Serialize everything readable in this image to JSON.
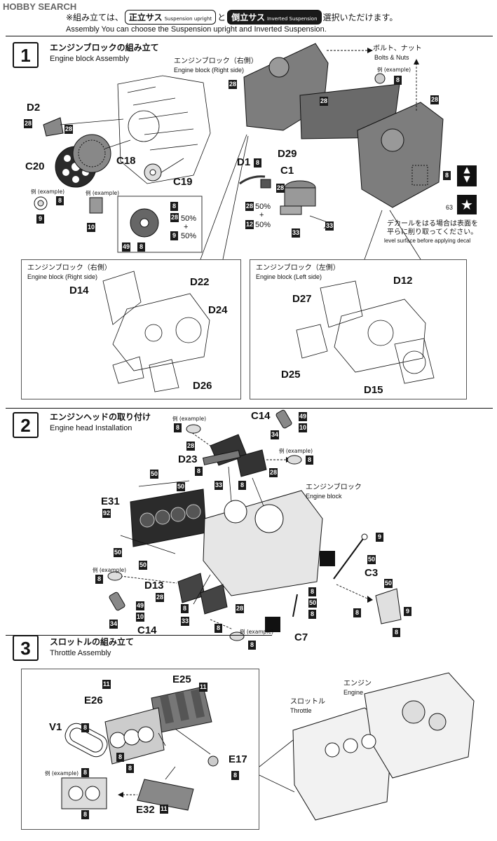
{
  "header": {
    "logo": "HOBBY SEARCH",
    "intro_jp_pre": "※組み立ては、",
    "choice_upright_jp": "正立サス",
    "choice_upright_en": "Suspension upright",
    "conj_jp": "と",
    "choice_inverted_jp": "倒立サス",
    "choice_inverted_en": "Inverted Suspension",
    "intro_jp_post": "選択いただけます。",
    "intro_en": "Assembly You can choose the Suspension upright and Inverted Suspension."
  },
  "step1": {
    "number": "1",
    "title_jp": "エンジンブロックの組み立て",
    "title_en": "Engine block Assembly",
    "right_side_jp": "エンジンブロック（右側）",
    "right_side_en": "Engine block (Right side)",
    "bolts_jp": "ボルト、ナット",
    "bolts_en": "Bolts & Nuts",
    "example_label": "例 (example)",
    "decal_note_jp_1": "デカールをはる場合は表面を",
    "decal_note_jp_2": "平らに削り取ってください。",
    "decal_note_en": "level surface before applying decal",
    "decal_number": "63",
    "ratio_a": "50%",
    "ratio_plus": "+",
    "ratio_b": "50%",
    "sub_right_jp": "エンジンブロック（右側）",
    "sub_right_en": "Engine block (Right side)",
    "sub_left_jp": "エンジンブロック（左側）",
    "sub_left_en": "Engine block (Left side)",
    "parts": {
      "d2": "D2",
      "c20": "C20",
      "c18": "C18",
      "c19": "C19",
      "d29": "D29",
      "d1": "D1",
      "c1": "C1",
      "d14": "D14",
      "d22": "D22",
      "d24": "D24",
      "d26": "D26",
      "d12": "D12",
      "d27": "D27",
      "d25": "D25",
      "d15": "D15"
    }
  },
  "step2": {
    "number": "2",
    "title_jp": "エンジンヘッドの取り付け",
    "title_en": "Engine head Installation",
    "block_jp": "エンジンブロック",
    "block_en": "Engine block",
    "example_label": "例 (example)",
    "parts": {
      "c14_top": "C14",
      "d23": "D23",
      "e31": "E31",
      "c3": "C3",
      "d13": "D13",
      "c14_bottom": "C14",
      "c7": "C7"
    }
  },
  "step3": {
    "number": "3",
    "title_jp": "スロットルの組み立て",
    "title_en": "Throttle Assembly",
    "engine_jp": "エンジン",
    "engine_en": "Engine",
    "throttle_jp": "スロットル",
    "throttle_en": "Throttle",
    "example_label": "例 (example)",
    "parts": {
      "e25": "E25",
      "e26": "E26",
      "v1": "V1",
      "e17": "E17",
      "e32": "E32"
    }
  },
  "colors": {
    "ink": "#111111",
    "part_grey": "#8f8f8f",
    "badge": "#1a1a1a"
  },
  "icons": [
    "arrow-up-icon",
    "arrow-down-icon",
    "star-icon",
    "cut-icon"
  ],
  "badges": {
    "s1": [
      "28",
      "28",
      "8",
      "9",
      "10",
      "8",
      "28",
      "8",
      "49",
      "8",
      "28",
      "8",
      "28",
      "8",
      "28",
      "12",
      "33",
      "33",
      "28"
    ],
    "s2": [
      "8",
      "28",
      "28",
      "8",
      "8",
      "33",
      "8",
      "49",
      "10",
      "34",
      "50",
      "50",
      "92",
      "50",
      "50",
      "8",
      "8",
      "28",
      "28",
      "8",
      "8",
      "33",
      "8",
      "8",
      "49",
      "10",
      "34",
      "8",
      "9",
      "50",
      "50",
      "8",
      "9",
      "8"
    ],
    "s3": [
      "11",
      "11",
      "8",
      "8",
      "8",
      "8",
      "8",
      "8",
      "11"
    ]
  }
}
